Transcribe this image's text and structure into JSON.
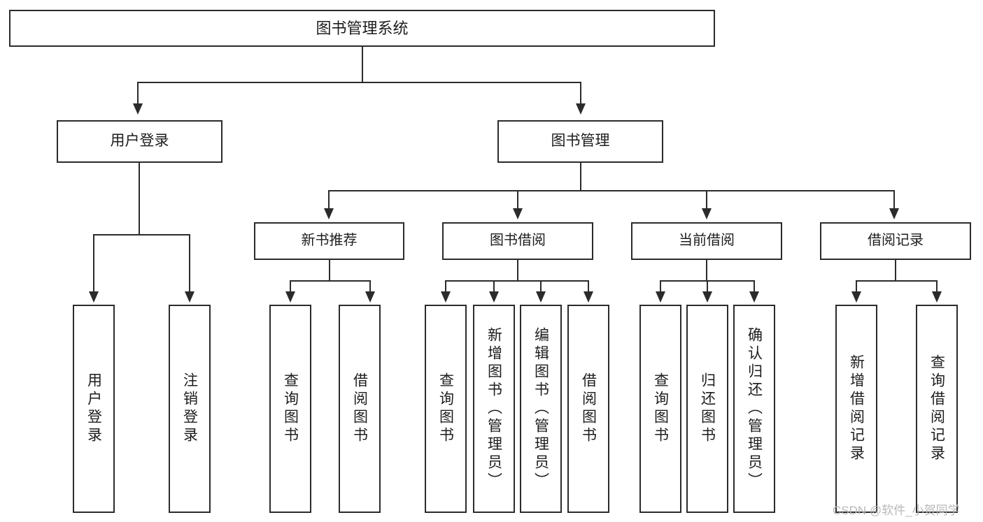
{
  "diagram": {
    "title": "图书管理系统",
    "type": "hierarchy-tree",
    "root": {
      "id": "root",
      "label": "图书管理系统"
    },
    "level1": [
      {
        "id": "user-login",
        "label": "用户登录"
      },
      {
        "id": "book-management",
        "label": "图书管理"
      }
    ],
    "level2": [
      {
        "id": "new-book-recommend",
        "label": "新书推荐",
        "parent": "book-management"
      },
      {
        "id": "book-borrow",
        "label": "图书借阅",
        "parent": "book-management"
      },
      {
        "id": "current-borrow",
        "label": "当前借阅",
        "parent": "book-management"
      },
      {
        "id": "borrow-record",
        "label": "借阅记录",
        "parent": "book-management"
      }
    ],
    "leaves": {
      "user_login": [
        {
          "id": "leaf-user-login",
          "label": "用户登录"
        },
        {
          "id": "leaf-user-logout",
          "label": "注销登录"
        }
      ],
      "new_book_recommend": [
        {
          "id": "leaf-query-book-1",
          "label": "查询图书"
        },
        {
          "id": "leaf-borrow-book-1",
          "label": "借阅图书"
        }
      ],
      "book_borrow": [
        {
          "id": "leaf-query-book-2",
          "label": "查询图书"
        },
        {
          "id": "leaf-add-book-admin",
          "label": "新增图书（管理员）"
        },
        {
          "id": "leaf-edit-book-admin",
          "label": "编辑图书（管理员）"
        },
        {
          "id": "leaf-borrow-book-2",
          "label": "借阅图书"
        }
      ],
      "current_borrow": [
        {
          "id": "leaf-query-book-3",
          "label": "查询图书"
        },
        {
          "id": "leaf-return-book",
          "label": "归还图书"
        },
        {
          "id": "leaf-confirm-return-admin",
          "label": "确认归还（管理员）"
        }
      ],
      "borrow_record": [
        {
          "id": "leaf-add-borrow-record",
          "label": "新增借阅记录"
        },
        {
          "id": "leaf-query-borrow-record",
          "label": "查询借阅记录"
        }
      ]
    }
  },
  "watermark": {
    "text": "CSDN @软件_小贺同学"
  },
  "colors": {
    "stroke": "#2b2b2b",
    "background": "#ffffff",
    "text": "#1d1d1d",
    "watermark": "#b8b8b8"
  }
}
